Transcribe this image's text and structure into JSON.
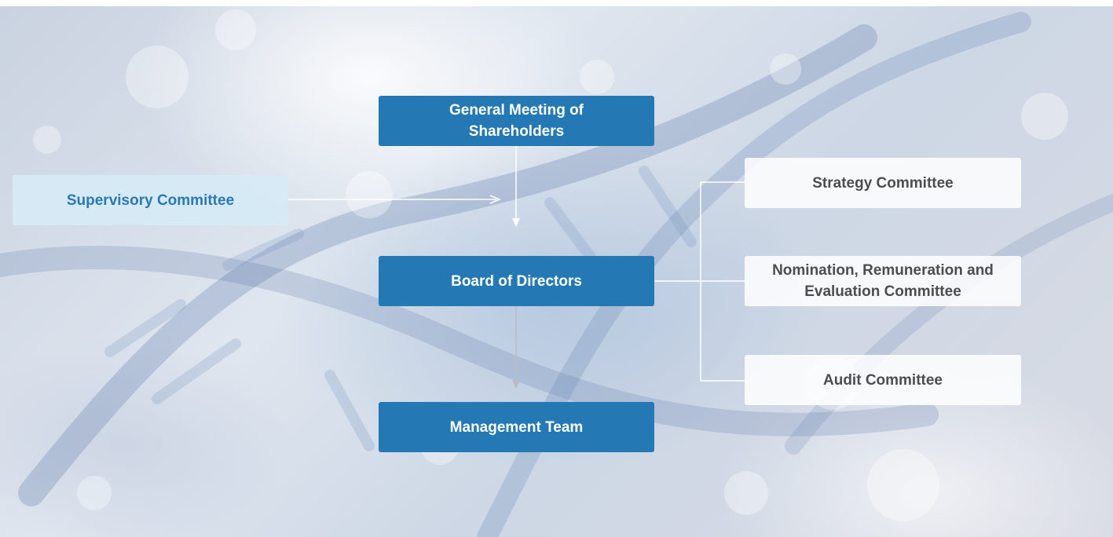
{
  "nodes": {
    "shareholders": "General Meeting of Shareholders",
    "supervisory": "Supervisory Committee",
    "board": "Board of Directors",
    "management": "Management Team",
    "strategy": "Strategy Committee",
    "nomination": "Nomination, Remuneration and Evaluation Committee",
    "audit": "Audit Committee"
  },
  "colors": {
    "primary_box": "#2479b5",
    "supervisory_box": "#d6eaf6",
    "supervisory_text": "#2a78b4",
    "committee_box": "#ffffff",
    "committee_text": "#4d4d4d"
  }
}
